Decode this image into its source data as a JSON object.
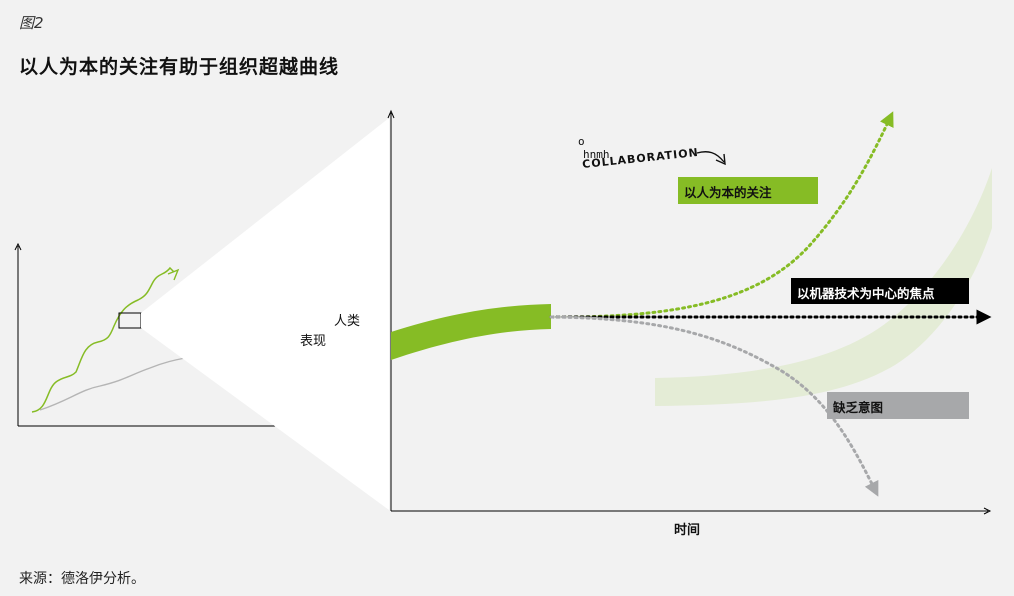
{
  "figure": {
    "label": "图2",
    "title": "以人为本的关注有助于组织超越曲线",
    "source": "来源：德洛伊分析。"
  },
  "axes": {
    "ylabel_line1": "人类",
    "ylabel_line2": "表现",
    "xlabel": "时间"
  },
  "annotations": {
    "handwritten_o": "o",
    "handwritten_hnmh": "hnmh",
    "handwritten_collaboration": "COLLABORATION"
  },
  "labels": {
    "human_focus": "以人为本的关注",
    "machine_focus": "以机器技术为中心的焦点",
    "lack_of_intent": "缺乏意图"
  },
  "colors": {
    "green": "#86bc25",
    "light_green": "#e4ecd6",
    "black": "#000000",
    "gray": "#a7a8aa",
    "background": "#f2f2f2"
  }
}
